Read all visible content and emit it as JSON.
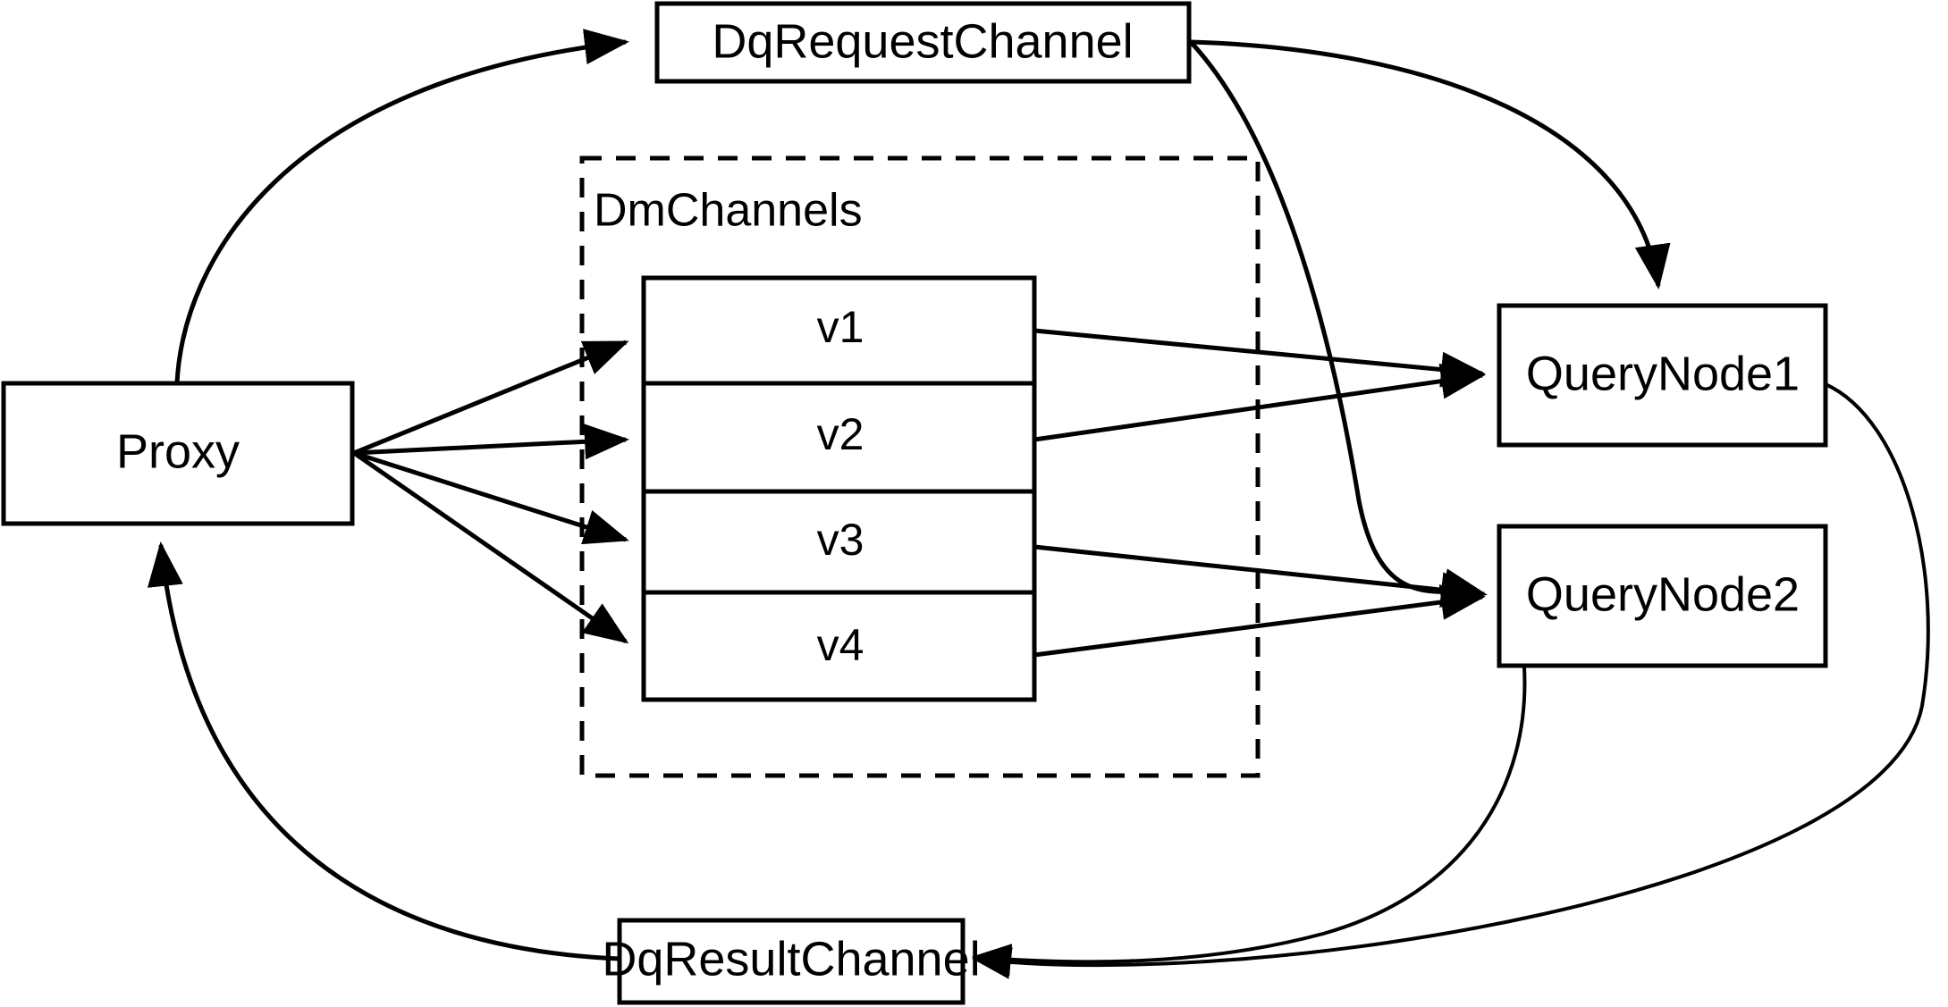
{
  "diagram": {
    "title": "Milvus distributed query channel flow",
    "background_color": "#ffffff",
    "stroke_color": "#000000",
    "nodes": {
      "proxy": {
        "label": "Proxy"
      },
      "dq_request_channel": {
        "label": "DqRequestChannel"
      },
      "dq_result_channel": {
        "label": "DqResultChannel"
      },
      "query_node_1": {
        "label": "QueryNode1"
      },
      "query_node_2": {
        "label": "QueryNode2"
      }
    },
    "group": {
      "label": "DmChannels",
      "style": "dashed"
    },
    "channel_rows": [
      {
        "label": "v1"
      },
      {
        "label": "v2"
      },
      {
        "label": "v3"
      },
      {
        "label": "v4"
      }
    ],
    "edges": [
      {
        "from": "Proxy",
        "to": "DqRequestChannel",
        "style": "curved",
        "arrow": true
      },
      {
        "from": "DqRequestChannel",
        "to": "QueryNode1",
        "style": "curved",
        "arrow": true
      },
      {
        "from": "DqRequestChannel",
        "to": "QueryNode2",
        "style": "curved",
        "arrow": true
      },
      {
        "from": "Proxy",
        "to": "v1",
        "style": "straight",
        "arrow": true
      },
      {
        "from": "Proxy",
        "to": "v2",
        "style": "straight",
        "arrow": true
      },
      {
        "from": "Proxy",
        "to": "v3",
        "style": "straight",
        "arrow": true
      },
      {
        "from": "Proxy",
        "to": "v4",
        "style": "straight",
        "arrow": true
      },
      {
        "from": "v1",
        "to": "QueryNode1",
        "style": "straight",
        "arrow": true
      },
      {
        "from": "v2",
        "to": "QueryNode1",
        "style": "straight",
        "arrow": true
      },
      {
        "from": "v3",
        "to": "QueryNode2",
        "style": "straight",
        "arrow": true
      },
      {
        "from": "v4",
        "to": "QueryNode2",
        "style": "straight",
        "arrow": true
      },
      {
        "from": "QueryNode1",
        "to": "DqResultChannel",
        "style": "curved",
        "arrow": true
      },
      {
        "from": "QueryNode2",
        "to": "DqResultChannel",
        "style": "curved",
        "arrow": true
      },
      {
        "from": "DqResultChannel",
        "to": "Proxy",
        "style": "curved",
        "arrow": true
      }
    ]
  }
}
